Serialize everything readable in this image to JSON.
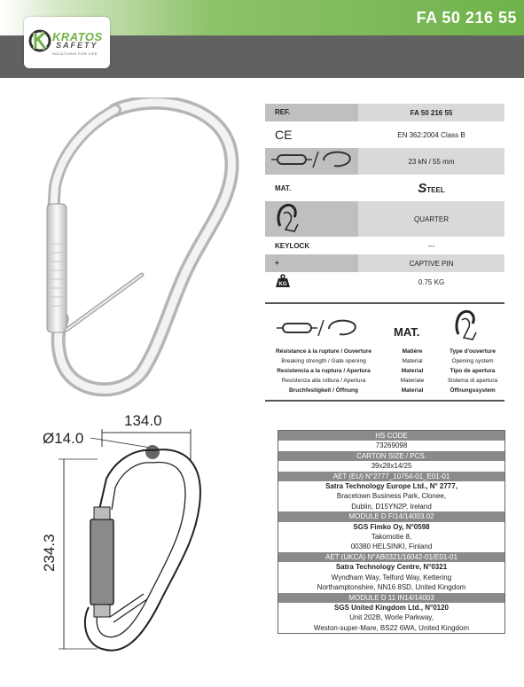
{
  "header": {
    "product_code": "FA 50 216 55",
    "logo": {
      "brand": "KRATOS",
      "sub": "SAFETY",
      "tagline": "SOLUTIONS FOR LIFE"
    }
  },
  "spec_table": {
    "ref_label": "REF.",
    "ref_value": "FA 50 216 55",
    "ce_mark": "CE",
    "ce_value": "EN 362:2004 Class B",
    "strength_value": "23 kN / 55 mm",
    "mat_label": "MAT.",
    "mat_value": "STEEL",
    "mat_initial": "S",
    "mat_rest": "TEEL",
    "opening_value": "QUARTER",
    "keylock_label": "KEYLOCK",
    "keylock_value": "---",
    "plus_label": "+",
    "plus_value": "CAPTIVE PIN",
    "weight_icon_text": "KG",
    "weight_value": "0.75 KG"
  },
  "legend": {
    "mat_big": "MAT.",
    "col1": [
      "Résistance à la rupture / Ouverture",
      "Breaking strength / Gate opening",
      "Resistencia a la ruptura / Apertura",
      "Resistenza alla rottura / Apertura",
      "Bruchfestigkeit / Öffnung"
    ],
    "col2": [
      "Matière",
      "Material",
      "Material",
      "Materiale",
      "Material"
    ],
    "col3": [
      "Type d'ouverture",
      "Opening system",
      "Tipo de apertura",
      "Sistema di apertura",
      "Öffnungssystem"
    ]
  },
  "dimensions": {
    "width": "134.0",
    "diameter": "Ø14.0",
    "height": "234.3"
  },
  "cert_table": {
    "rows": [
      {
        "text": "HS CODE",
        "type": "head"
      },
      {
        "text": "73269098",
        "type": "plain"
      },
      {
        "text": "CARTON SIZE / PCS.",
        "type": "head"
      },
      {
        "text": "39x28x14/25",
        "type": "plain"
      },
      {
        "text": "AET (EU) N°2777_10754-01_E01-01",
        "type": "head"
      },
      {
        "text": "Satra Technology Europe Ltd., N° 2777,",
        "type": "bold"
      },
      {
        "text": "Bracetown Business Park, Clonee,",
        "type": "plain"
      },
      {
        "text": "Dublin, D15YN2P, Ireland",
        "type": "plain"
      },
      {
        "text": "MODULE D FI14/14003.02",
        "type": "head"
      },
      {
        "text": "SGS Fimko Oy, N°0598",
        "type": "bold"
      },
      {
        "text": "Takomotie 8,",
        "type": "plain"
      },
      {
        "text": "00380 HELSINKI, Finland",
        "type": "plain"
      },
      {
        "text": "AET (UKCA) N°AB0321/16042-01/E01-01",
        "type": "head"
      },
      {
        "text": "Satra Technology Centre, N°0321",
        "type": "bold"
      },
      {
        "text": "Wyndham Way, Telford Way, Kettering",
        "type": "plain"
      },
      {
        "text": "Northamptonshire, NN16 8SD, United Kingdom",
        "type": "plain"
      },
      {
        "text": "MODULE D 11 IN14/14003",
        "type": "head"
      },
      {
        "text": "SGS United Kingdom Ltd., N°0120",
        "type": "bold"
      },
      {
        "text": "Unit 202B, Worle Parkway,",
        "type": "plain"
      },
      {
        "text": "Weston-super-Mare, BS22 6WA, United Kingdom",
        "type": "plain"
      }
    ]
  }
}
